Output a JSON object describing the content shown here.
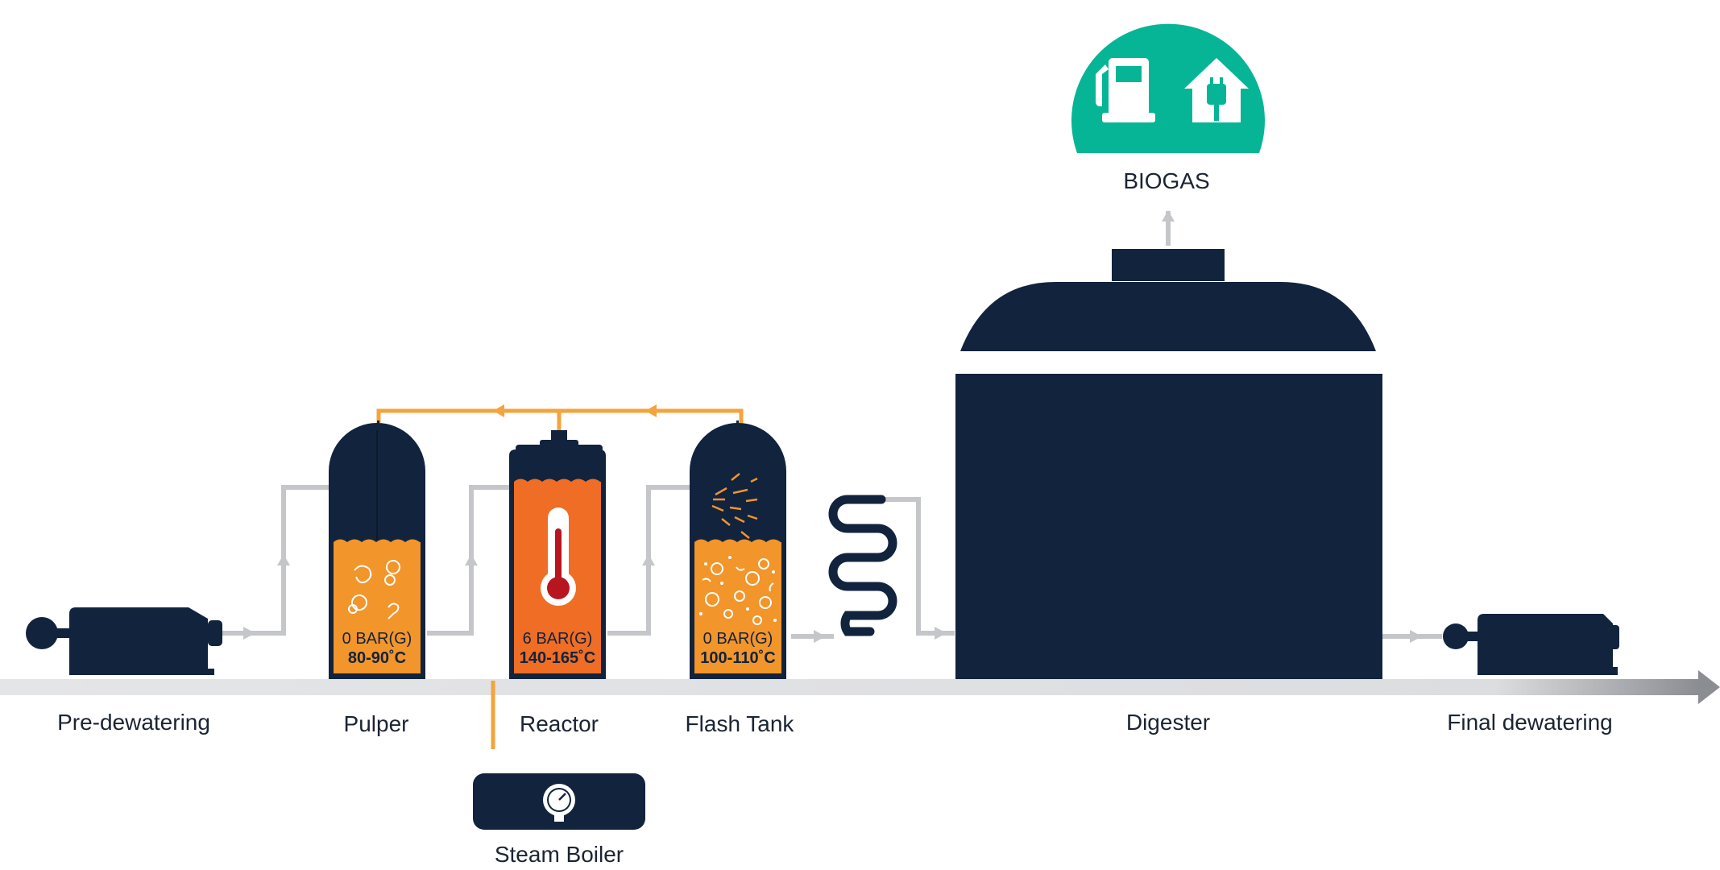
{
  "biogas": {
    "label": "BIOGAS",
    "icons": [
      "fuel-pump-icon",
      "house-plug-icon"
    ]
  },
  "stages": {
    "pre_dewatering": {
      "label": "Pre-dewatering"
    },
    "pulper": {
      "label": "Pulper",
      "pressure": "0 BAR(G)",
      "temperature": "80-90˚C"
    },
    "reactor": {
      "label": "Reactor",
      "pressure": "6 BAR(G)",
      "temperature": "140-165˚C"
    },
    "flash_tank": {
      "label": "Flash Tank",
      "pressure": "0 BAR(G)",
      "temperature": "100-110˚C"
    },
    "digester": {
      "label": "Digester"
    },
    "final_dewatering": {
      "label": "Final dewatering"
    },
    "steam_boiler": {
      "label": "Steam Boiler"
    }
  },
  "colors": {
    "navy": "#12233d",
    "orange": "#f2952a",
    "reactor_orange": "#ef6d24",
    "steam_line": "#f4a43c",
    "pipe": "#c4c6c9",
    "teal": "#06b596",
    "floor": "#e3e4e6"
  }
}
